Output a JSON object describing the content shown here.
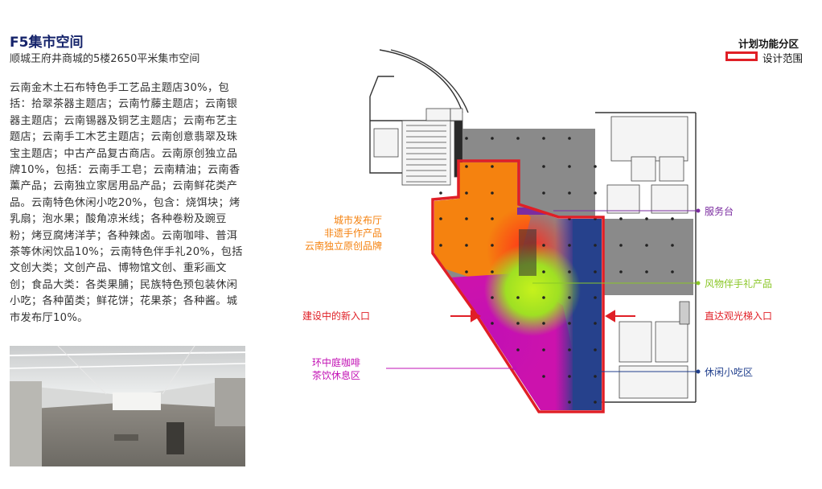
{
  "title": "F5集市空间",
  "subtitle": "顺城王府井商城的5楼2650平米集市空间",
  "body_text": "云南金木土石布特色手工艺品主题店30%，包括：拾翠茶器主题店；云南竹藤主题店；云南银器主题店；云南锡器及铜艺主题店；云南布艺主题店；云南手工木艺主题店；云南创意翡翠及珠宝主题店；中古产品复古商店。云南原创独立品牌10%，包括：云南手工皂；云南精油；云南香薰产品；云南独立家居用品产品；云南鲜花类产品。云南特色休闲小吃20%，包含：烧饵块；烤乳扇；泡水果；酸角凉米线；各种卷粉及豌豆粉；烤豆腐烤洋芋；各种辣卤。云南咖啡、普洱茶等休闲饮品10%；云南特色伴手礼20%，包括文创大类；文创产品、博物馆文创、重彩画文创；食品大类：各类果脯；民族特色预包装休闲小吃；各种菌类；鲜花饼；花果茶；各种酱。城市发布厅10%。",
  "legend": {
    "title": "计划功能分区",
    "item_label": "设计范围",
    "color": "#e01f26"
  },
  "callouts": {
    "city_hall": [
      "城市发布厅",
      "非遗手作产品",
      "云南独立原创品牌"
    ],
    "service_desk": "服务台",
    "souvenir": "风物伴手礼产品",
    "new_entrance": "建设中的新入口",
    "elevator_entrance": "直达观光梯入口",
    "cafe": [
      "环中庭咖啡",
      "茶饮休息区"
    ],
    "snack": "休闲小吃区"
  },
  "colors": {
    "title": "#16246b",
    "orange": "#f5820f",
    "purple": "#7b2ca0",
    "green": "#8ac727",
    "red": "#e01f26",
    "magenta": "#d8129a",
    "navy": "#1f3e8c",
    "gray": "#8a8a8a"
  },
  "icons": [
    "photo-empty-interior",
    "floor-plan"
  ]
}
